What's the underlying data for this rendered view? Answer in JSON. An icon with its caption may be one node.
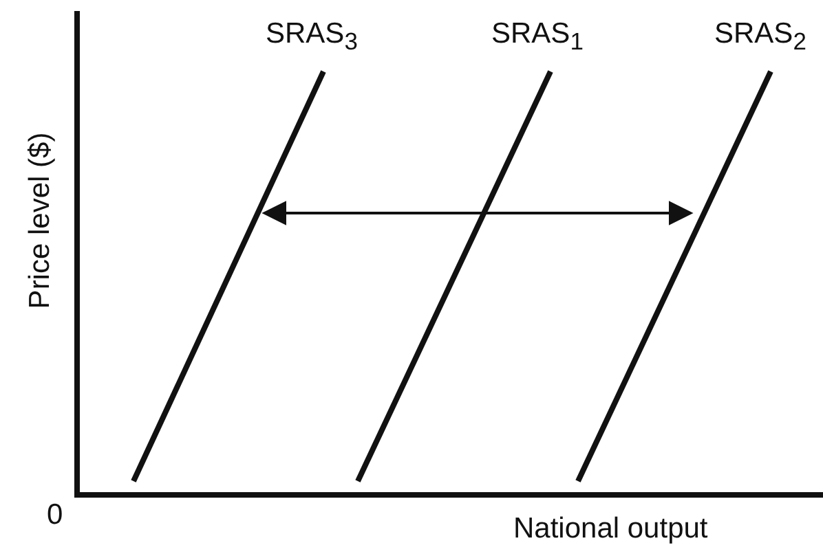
{
  "diagram": {
    "labels": [
      "SRAS$_{3}$",
      "SRAS$_{1}$",
      "SRAS$_{2}$",
      "Price level ($)",
      "0",
      "National output"
    ]
  }
}
